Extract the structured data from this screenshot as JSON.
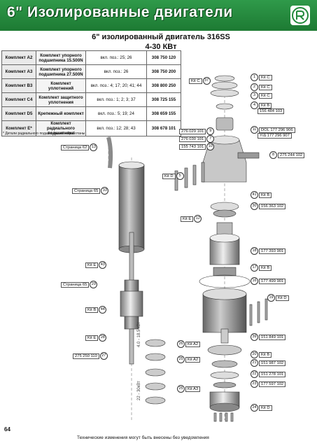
{
  "header": {
    "title": "6\" Изолированные двигатели"
  },
  "subtitle": {
    "line1": "6\" изолированный двигатель 316SS",
    "line2": "4-30 КВт"
  },
  "kits": [
    {
      "code": "Комплект A2",
      "name": "Комплект упорного подшипника 15.500N",
      "pos": "вкл. поз.: 25; 26",
      "num": "308 750 120"
    },
    {
      "code": "Комплект A3",
      "name": "Комплект упорного подшипника 27.500N",
      "pos": "вкл. поз.: 26",
      "num": "308 750 200"
    },
    {
      "code": "Комплект B3",
      "name": "Комплект уплотнений",
      "pos": "вкл. поз.: 4; 17; 20; 41; 44",
      "num": "308 800 250"
    },
    {
      "code": "Комплект C4",
      "name": "Комплект защитного уплотнения",
      "pos": "вкл. поз.: 1; 2; 3; 37",
      "num": "308 725 155"
    },
    {
      "code": "Комплект D5",
      "name": "Крепежный комплект",
      "pos": "вкл. поз.: 5; 19; 24",
      "num": "308 659 155"
    },
    {
      "code": "Комплект E*",
      "name": "Комплект радиального подшипника",
      "pos": "вкл. поз.: 12; 28; 43",
      "num": "308 678 101"
    }
  ],
  "footnote": "* Детали радиального подшипника не обработаны",
  "callouts": [
    {
      "text": "Kit C",
      "num": "37"
    },
    {
      "text": "Kit C",
      "num": "1"
    },
    {
      "text": "Kit C",
      "num": "2"
    },
    {
      "text": "Kit C",
      "num": "3"
    },
    {
      "text": "Kit B",
      "num": "4"
    },
    {
      "text": "156 484 103"
    },
    {
      "text": "DOL 177 296 906",
      "num": "11"
    },
    {
      "text": "Y/Δ 177 296 907"
    },
    {
      "text": "276 029 101",
      "num": "9"
    },
    {
      "text": "276 030 101",
      "num": "7"
    },
    {
      "text": "155 743 101",
      "num": "10"
    },
    {
      "text": "275 244 102",
      "num": "8"
    },
    {
      "text": "Kit D",
      "num": "5"
    },
    {
      "text": "Страница 62",
      "num": "13"
    },
    {
      "text": "Страница 65",
      "num": "33"
    },
    {
      "text": "Kit B",
      "num": "41"
    },
    {
      "text": "156 363 102",
      "num": "30"
    },
    {
      "text": "Kit E",
      "num": "12"
    },
    {
      "text": "177 393 901",
      "num": "18"
    },
    {
      "text": "Kit B",
      "num": "17"
    },
    {
      "text": "177 499 901",
      "num": "16"
    },
    {
      "text": "Kit D",
      "num": "19"
    },
    {
      "text": "Kit E",
      "num": "43"
    },
    {
      "text": "Страница 65",
      "num": "29"
    },
    {
      "text": "Kit B",
      "num": "44"
    },
    {
      "text": "151 849 101",
      "num": "39"
    },
    {
      "text": "Kit E",
      "num": "28"
    },
    {
      "text": "Kit A2",
      "num": "26"
    },
    {
      "text": "Kit A2",
      "num": "25"
    },
    {
      "text": "275 250 110",
      "num": "27"
    },
    {
      "text": "Kit B",
      "num": "20"
    },
    {
      "text": "151 987 102",
      "num": "21"
    },
    {
      "text": "151 278 101",
      "num": "22"
    },
    {
      "text": "177 597 102",
      "num": "23"
    },
    {
      "text": "Kit A3",
      "num": "25"
    },
    {
      "text": "Kit D",
      "num": "24"
    }
  ],
  "rotated": [
    "4.0 - 18.5 кВт",
    "22 - 30кВт"
  ],
  "page_number": "64",
  "footer": "Технические изменения могут быть внесены без уведомления",
  "colors": {
    "header_green": "#238a3c"
  }
}
